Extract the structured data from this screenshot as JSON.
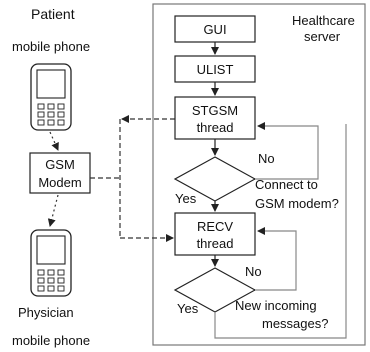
{
  "labels": {
    "patient_line1": "Patient",
    "patient_line2": "mobile phone",
    "physician_line1": "Physician",
    "physician_line2": "mobile phone",
    "gsm_modem_line1": "GSM",
    "gsm_modem_line2": "Modem",
    "server_line1": "Healthcare",
    "server_line2": "server",
    "gui": "GUI",
    "ulist": "ULIST",
    "stgsm_line1": "STGSM",
    "stgsm_line2": "thread",
    "recv_line1": "RECV",
    "recv_line2": "thread",
    "decision1_no": "No",
    "decision1_yes": "Yes",
    "decision1_line1": "Connect to",
    "decision1_line2": "GSM modem?",
    "decision2_no": "No",
    "decision2_yes": "Yes",
    "decision2_line1": "New incoming",
    "decision2_line2": "messages?"
  },
  "colors": {
    "server_border": "#777777",
    "box_border": "#222222",
    "connector": "#333333",
    "feedback_line": "#888888",
    "phone_fill": "#ffffff"
  },
  "icons": {
    "patient_phone": "mobile-phone-icon",
    "physician_phone": "mobile-phone-icon"
  }
}
